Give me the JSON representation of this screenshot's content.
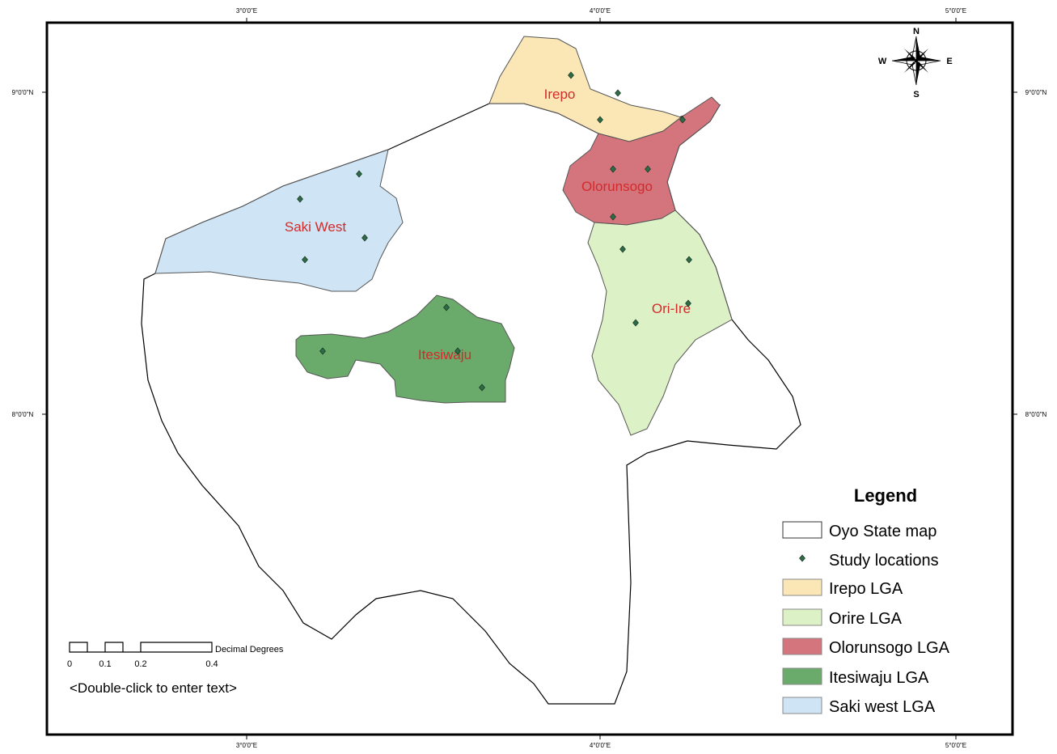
{
  "graticule": {
    "lon_top": [
      "3°0'0\"E",
      "4°0'0\"E",
      "5°0'0\"E"
    ],
    "lon_bottom": [
      "3°0'0\"E",
      "4°0'0\"E",
      "5°0'0\"E"
    ],
    "lat_left": [
      "9°0'0\"N",
      "8°0'0\"N"
    ],
    "lat_right": [
      "9°0'0\"N",
      "8°0'0\"N"
    ]
  },
  "regions": {
    "irepo": "Irepo",
    "olorunsogo": "Olorunsogo",
    "saki_west": "Saki West",
    "ori_ire": "Ori-Ire",
    "itesiwaju": "Itesiwaju"
  },
  "north_arrow": {
    "n": "N",
    "s": "S",
    "e": "E",
    "w": "W"
  },
  "scale_bar": {
    "ticks": [
      "0",
      "0.1",
      "0.2",
      "0.4"
    ],
    "units": "Decimal Degrees"
  },
  "placeholder_text": "<Double-click to enter text>",
  "legend": {
    "title": "Legend",
    "items": [
      {
        "label": "Oyo State map",
        "color": "#ffffff"
      },
      {
        "label": "Study locations",
        "color": "#2e6b46"
      },
      {
        "label": "Irepo LGA",
        "color": "#fbe7b6"
      },
      {
        "label": "Orire LGA",
        "color": "#dcf1c6"
      },
      {
        "label": "Olorunsogo LGA",
        "color": "#d4747c"
      },
      {
        "label": "Itesiwaju LGA",
        "color": "#6aaa6a"
      },
      {
        "label": "Saki west LGA",
        "color": "#cfe4f4"
      }
    ]
  }
}
